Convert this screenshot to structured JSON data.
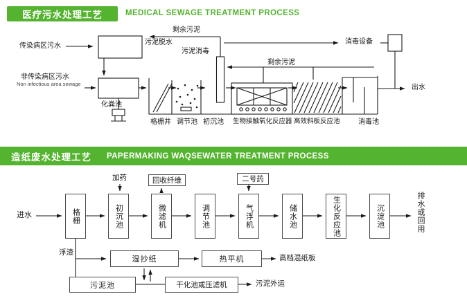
{
  "colors": {
    "green": "#54b32f",
    "line": "#1a1a1a",
    "box_border": "#4a4a4a"
  },
  "medical": {
    "title_zh": "医疗污水处理工艺",
    "title_en": "MEDICAL SEWAGE TREATMENT PROCESS",
    "labels": {
      "infectious_sewage": "传染病区污水",
      "excess_sludge_top": "剩余污泥",
      "sludge_dewatering": "污泥脱水",
      "sludge_disinfection": "污泥消毒",
      "disinfection_equipment": "消毒设备",
      "non_infectious_zh": "非传染病区污水",
      "non_infectious_en": "Non infectious area sewage",
      "septic_tank": "化粪池",
      "excess_sludge_mid": "剩余污泥",
      "effluent": "出水",
      "grid_well": "格栅井",
      "regulating_tank": "调节池",
      "primary_sedimentation": "初沉池",
      "bio_contact_oxidation_reactor": "生物接触氧化反应器",
      "inclined_plate_tank": "高效斜板反应池",
      "disinfection_tank": "消毒池"
    }
  },
  "papermaking": {
    "title_zh": "造纸废水处理工艺",
    "title_en": "PAPERMAKING WAQSEWATER TREATMENT PROCESS",
    "inlet": "进水",
    "flow_boxes": [
      "格栅",
      "初沉池",
      "微滤机",
      "调节池",
      "气浮机",
      "储水池",
      "生化反应池",
      "沉淀池"
    ],
    "outlet": "排水或回用",
    "dosing": "加药",
    "recovered_fiber": "回收纤维",
    "chemical_no2": "二号药",
    "scum": "浮渣",
    "wet_papermaking": "湿抄纸",
    "hot_press": "热平机",
    "product": "高档混纸板",
    "sludge_tank": "污泥池",
    "drying_or_filter_press": "干化池或压滤机",
    "sludge_transport": "污泥外运"
  }
}
